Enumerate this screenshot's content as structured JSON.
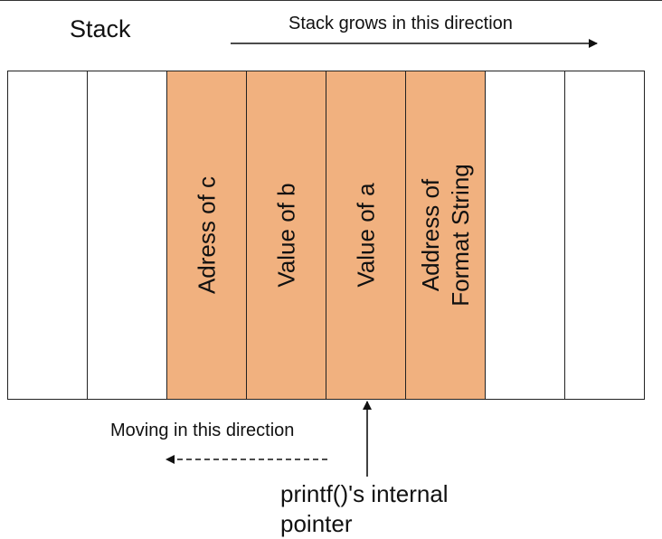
{
  "diagram": {
    "title": "Stack",
    "grow_label": "Stack grows in this direction",
    "cells": [
      {
        "label": "",
        "filled": false
      },
      {
        "label": "",
        "filled": false
      },
      {
        "label": "Adress of c",
        "filled": true
      },
      {
        "label": "Value of b",
        "filled": true
      },
      {
        "label": "Value of a",
        "filled": true
      },
      {
        "label": "Address of\nFormat String",
        "filled": true
      },
      {
        "label": "",
        "filled": false
      },
      {
        "label": "",
        "filled": false
      }
    ],
    "moving_label": "Moving in this direction",
    "pointer_label": "printf()'s internal\npointer"
  },
  "colors": {
    "filled_cell": "#f1b17f",
    "line": "#222222",
    "background": "#ffffff"
  }
}
